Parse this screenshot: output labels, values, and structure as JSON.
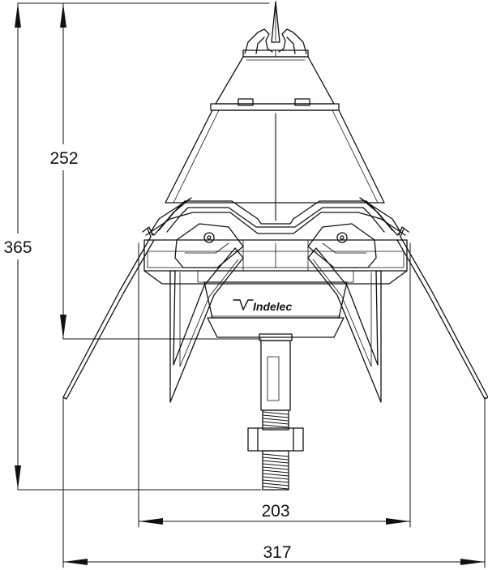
{
  "dimensions": {
    "total_height": "365",
    "body_height": "252",
    "inner_width": "203",
    "outer_width": "317"
  },
  "brand_logo": "Indelec",
  "colors": {
    "line": "#111111",
    "background": "#ffffff"
  }
}
